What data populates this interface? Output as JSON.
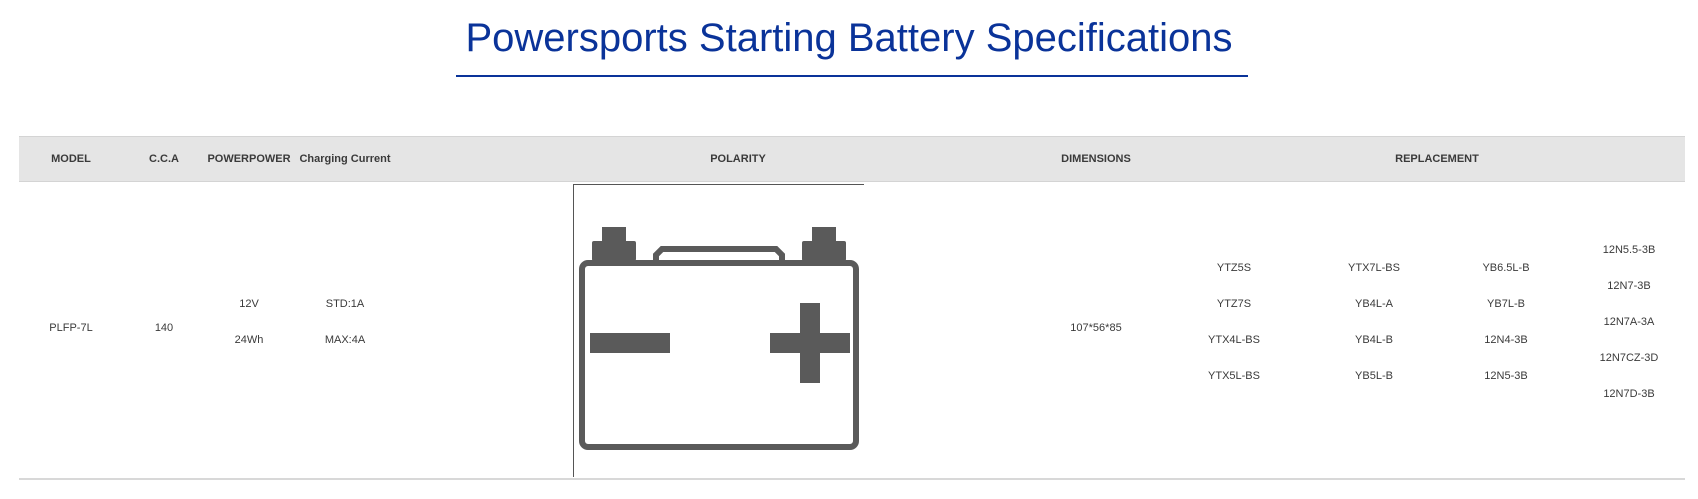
{
  "title": "Powersports Starting Battery Specifications",
  "colors": {
    "title": "#0a3399",
    "header_bg": "#e5e5e5",
    "icon": "#5a5a5a"
  },
  "table": {
    "headers": {
      "model": "MODEL",
      "cca": "C.C.A",
      "power": "POWERPOWER",
      "charging": "Charging Current",
      "polarity": "POLARITY",
      "dimensions": "DIMENSIONS",
      "replacement": "REPLACEMENT"
    },
    "row": {
      "model": "PLFP-7L",
      "cca": "140",
      "voltage": "12V",
      "energy": "24Wh",
      "charging_std": "STD:1A",
      "charging_max": "MAX:4A",
      "polarity_icon": "battery-polarity-icon",
      "dimensions": "107*56*85",
      "replacement": {
        "col1": [
          "YTZ5S",
          "YTZ7S",
          "YTX4L-BS",
          "YTX5L-BS"
        ],
        "col2": [
          "YTX7L-BS",
          "YB4L-A",
          "YB4L-B",
          "YB5L-B"
        ],
        "col3": [
          "YB6.5L-B",
          "YB7L-B",
          "12N4-3B",
          "12N5-3B"
        ],
        "col4": [
          "12N5.5-3B",
          "12N7-3B",
          "12N7A-3A",
          "12N7CZ-3D",
          "12N7D-3B"
        ]
      }
    }
  }
}
